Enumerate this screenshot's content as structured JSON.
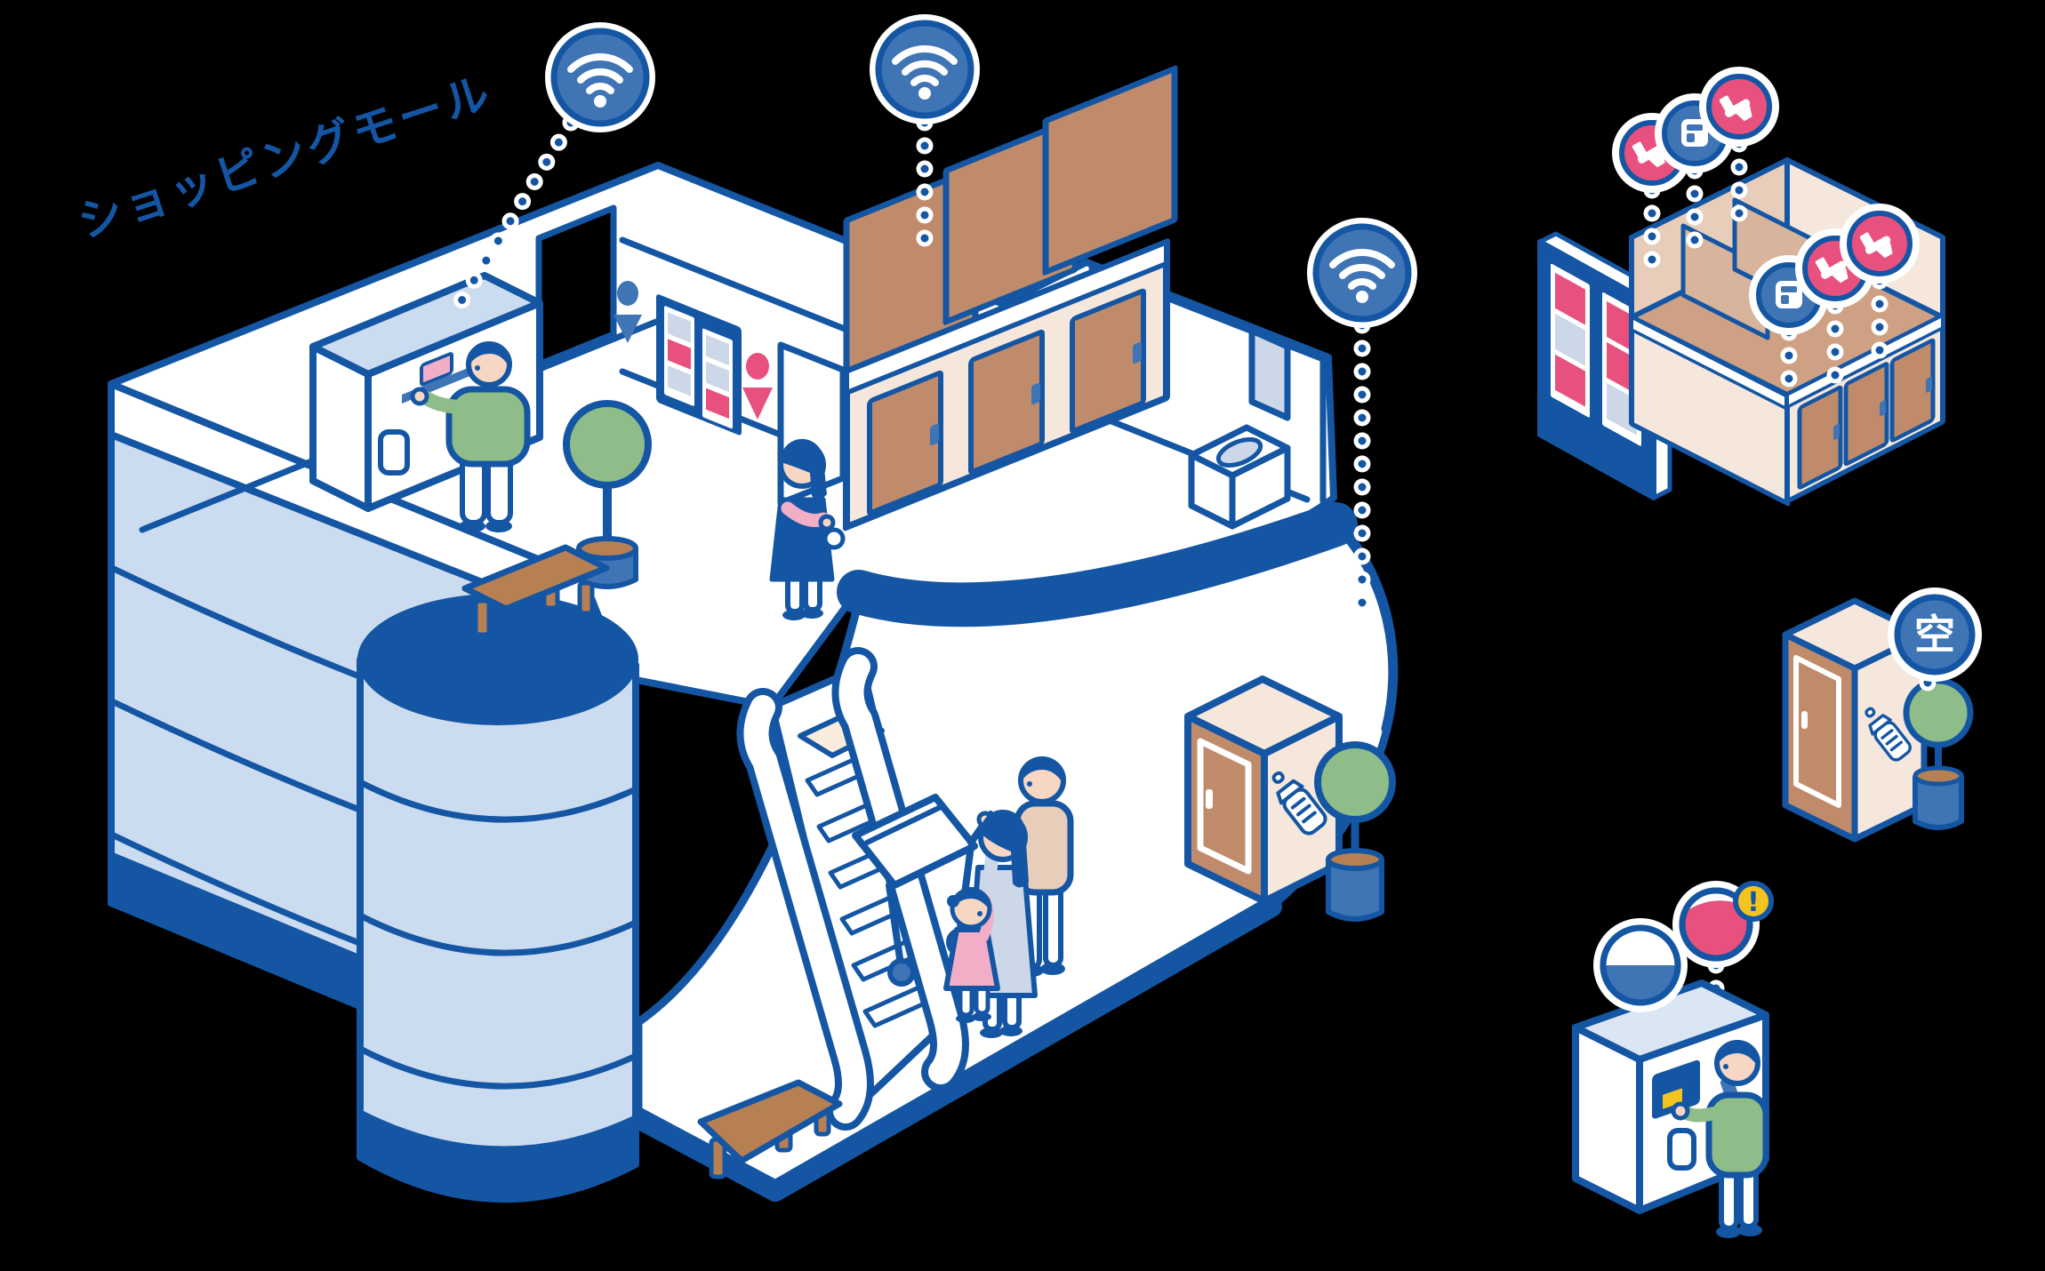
{
  "scene": {
    "title": "ショッピングモール",
    "description": "isometric-smart-shopping-mall-iot-illustration"
  },
  "badges": {
    "vacant_label": "空",
    "alert_label": "!"
  },
  "colors": {
    "bg": "#000000",
    "outline": "#1456a3",
    "blue-mid": "#3f74b5",
    "blue-light": "#ccdcf0",
    "blue-pale": "#dbe6f4",
    "blue-panel": "#ccd7e8",
    "tan-light": "#f5e7dc",
    "tan-mid": "#e8cdbb",
    "floor-tan": "#cfa184",
    "brown": "#c08b6b",
    "brown-dark": "#b78053",
    "pink": "#e8517e",
    "pink-light": "#f2aec6",
    "green": "#8fbd8a",
    "skin": "#f7d7c3",
    "yellow": "#f3c41d"
  },
  "mall": {
    "wifi_sensors": [
      "service-counter",
      "restroom",
      "nursing-room"
    ],
    "furniture": [
      "counter",
      "benches",
      "trees",
      "escalator",
      "toilet-stalls",
      "sink",
      "mirror",
      "shopping-cart",
      "nursing-room-box"
    ],
    "people": [
      "staff-at-counter",
      "woman-walking",
      "mother-with-cart",
      "father",
      "child"
    ],
    "wall_icons": [
      "male-restroom-icon",
      "female-restroom-icon",
      "information-board"
    ]
  },
  "restroom_map_panel": {
    "status_bubbles": [
      "toilet-occupied",
      "urinal-vacant",
      "toilet-occupied",
      "urinal-vacant",
      "toilet-occupied",
      "toilet-occupied"
    ],
    "signboard": {
      "left_column_bars": [
        "occupied",
        "vacant",
        "occupied"
      ],
      "right_column_bars": [
        "occupied",
        "occupied",
        "vacant"
      ]
    }
  },
  "nursing_room_panel": {
    "status": "空"
  },
  "water_server_panel": {
    "level_indicator": "half",
    "alert": "!"
  }
}
